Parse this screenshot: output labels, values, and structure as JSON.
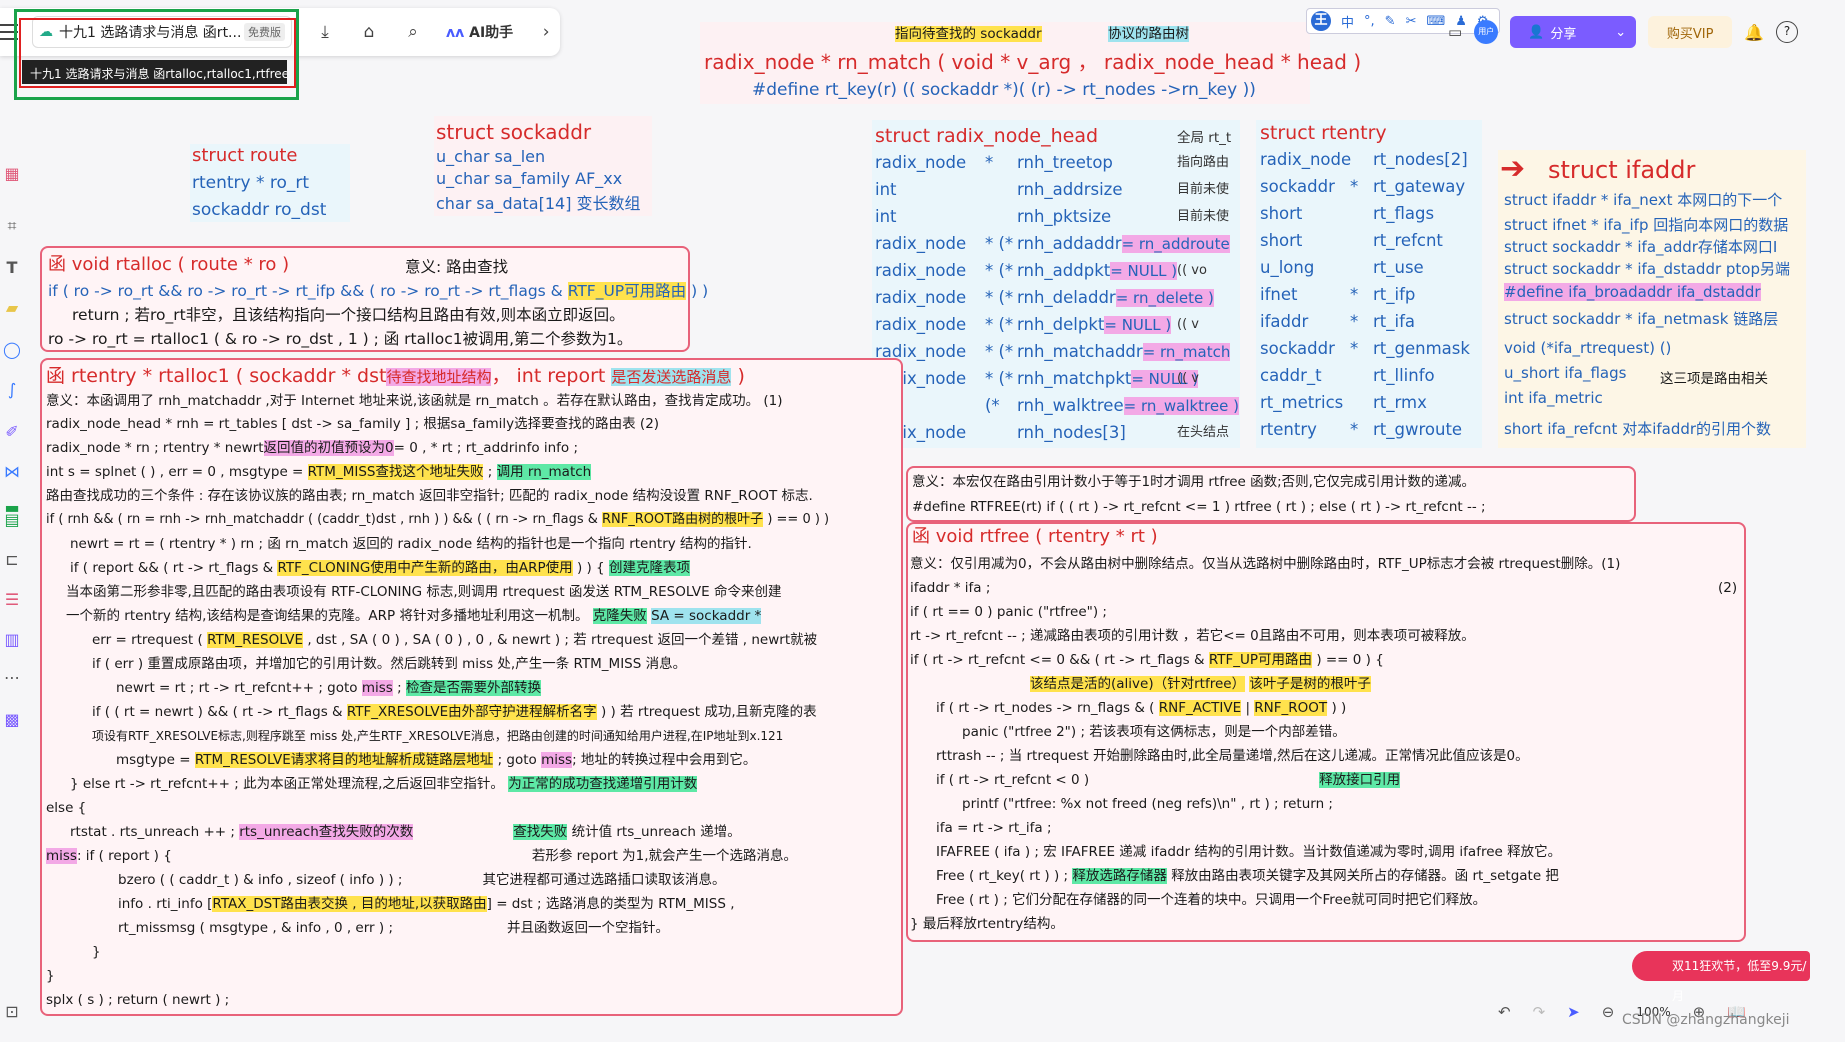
{
  "tab": {
    "title": "十九1 选路请求与消息 函rt...",
    "badge": "免费版",
    "tooltip": "十九1 选路请求与消息 函rtalloc,rtalloc1,rtfree",
    "ai_label": "AI助手"
  },
  "topbar": {
    "share": "分享",
    "vip": "购买VIP",
    "user": "用户",
    "ime": [
      "中",
      "°,"
    ]
  },
  "bottom": {
    "zoom": "100%",
    "promo": "双11狂欢节，低至9.9元/月",
    "watermark": "CSDN @zhangzhangkeji"
  },
  "header_note": {
    "a": "指向待查找的 sockaddr",
    "b": "协议的路由树",
    "c": "radix_node  *  rn_match ( void * v_arg ， radix_node_head * head )",
    "d": "#define  rt_key(r)      (( sockaddr *)( (r) -> rt_nodes ->rn_key ))"
  },
  "route": {
    "l1": "struct    route",
    "l2": "rtentry       * ro_rt",
    "l3": "sockaddr     ro_dst"
  },
  "sockaddr": {
    "l1": "struct sockaddr",
    "l2": "u_char sa_len",
    "l3": "u_char sa_family  AF_xx",
    "l4": "char sa_data[14]   变长数组"
  },
  "rnh": {
    "title": "struct    radix_node_head",
    "note0": "全局 rt_t",
    "rows": [
      {
        "t": "radix_node",
        "s": "*",
        "n": "rnh_treetop",
        "c": "指向路由"
      },
      {
        "t": "int",
        "s": "",
        "n": "rnh_addrsize",
        "c": "目前未使"
      },
      {
        "t": "int",
        "s": "",
        "n": "rnh_pktsize",
        "c": "目前未使"
      },
      {
        "t": "radix_node",
        "s": "* (*",
        "n": "rnh_addaddr",
        "h": "= rn_addroute",
        "c": ""
      },
      {
        "t": "radix_node",
        "s": "* (*",
        "n": "rnh_addpkt",
        "h": "= NULL )",
        "c": "(( vo"
      },
      {
        "t": "radix_node",
        "s": "* (*",
        "n": "rnh_deladdr",
        "h": "= rn_delete )",
        "c": ""
      },
      {
        "t": "radix_node",
        "s": "* (*",
        "n": "rnh_delpkt",
        "h": "= NULL )",
        "c": "(( v"
      },
      {
        "t": "radix_node",
        "s": "* (*",
        "n": "rnh_matchaddr",
        "h": "= rn_match",
        "c": ""
      },
      {
        "t": "radix_node",
        "s": "* (*",
        "n": "rnh_matchpkt",
        "h": "= NULL )",
        "c": "(( v"
      },
      {
        "t": "int",
        "s": "(*",
        "n": "rnh_walktree",
        "h": "= rn_walktree )",
        "c": ""
      },
      {
        "t": "radix_node",
        "s": "",
        "n": "rnh_nodes[3]",
        "c": "在头结点"
      }
    ]
  },
  "rtentry": {
    "title": "struct     rtentry",
    "rows": [
      {
        "t": "radix_node",
        "s": "",
        "n": "rt_nodes[2]"
      },
      {
        "t": "sockaddr",
        "s": "*",
        "n": "rt_gateway"
      },
      {
        "t": "short",
        "s": "",
        "n": "rt_flags"
      },
      {
        "t": "short",
        "s": "",
        "n": "rt_refcnt"
      },
      {
        "t": "u_long",
        "s": "",
        "n": "rt_use"
      },
      {
        "t": "ifnet",
        "s": "*",
        "n": "rt_ifp"
      },
      {
        "t": "ifaddr",
        "s": "*",
        "n": "rt_ifa"
      },
      {
        "t": "sockaddr",
        "s": "*",
        "n": "rt_genmask"
      },
      {
        "t": "caddr_t",
        "s": "",
        "n": "rt_llinfo"
      },
      {
        "t": "rt_metrics",
        "s": "",
        "n": "rt_rmx"
      },
      {
        "t": "rtentry",
        "s": "*",
        "n": "rt_gwroute"
      }
    ]
  },
  "ifaddr": {
    "title": "struct ifaddr",
    "l1": "struct ifaddr * ifa_next 本网口的下一个",
    "l2": "struct ifnet * ifa_ifp 回指向本网口的数据",
    "l3": "struct sockaddr * ifa_addr存储本网口I",
    "l4": "struct sockaddr * ifa_dstaddr ptop另端",
    "l5": "#define ifa_broadaddr ifa_dstaddr",
    "l6": "struct sockaddr * ifa_netmask 链路层",
    "l7": "void (*ifa_rtrequest) ()",
    "l8": "u_short ifa_flags",
    "l8b": "这三项是路由相关",
    "l9": "int ifa_metric",
    "l10": "short ifa_refcnt 对本ifaddr的引用个数"
  },
  "rtalloc": {
    "l1a": "函",
    "l1b": "void  rtalloc ( route  * ro )",
    "l1c": "意义:    路由查找",
    "l2a": "if ( ro -> ro_rt  &&  ro -> ro_rt -> rt_ifp  &&  ( ro -> ro_rt -> rt_flags  &",
    "l2h": "RTF_UP可用路由",
    "l2b": ") )",
    "l3": "return ;             若ro_rt非空，且该结构指向一个接口结构且路由有效,则本函立即返回。",
    "l4": "ro -> ro_rt  =  rtalloc1 ( & ro -> ro_dst , 1 ) ;     函  rtalloc1被调用,第二个参数为1。"
  },
  "rtalloc1": {
    "h1": "函    rtentry  *  rtalloc1 ( sockaddr * dst",
    "h1p": "待查找地址结构",
    "h1b": "，  int  report",
    "h1c": "是否发送选路消息",
    "h1d": ")",
    "l1": "意义：本函调用了 rnh_matchaddr ,对于 Internet 地址来说,该函就是 rn_match 。若存在默认路由，查找肯定成功。  (1)",
    "l2": "radix_node_head  * rnh  =  rt_tables [ dst -> sa_family ] ;   根据sa_family选择要查找的路由表                              (2)",
    "l3a": "radix_node * rn ;         rtentry * newrt",
    "l3h": "返回值的初值预设为0",
    "l3b": "= 0 , * rt ;         rt_addrinfo   info ;",
    "l4a": "int  s  =  splnet ( ) ,  err  =  0 ,  msgtype  =",
    "l4h": "RTM_MISS查找这个地址失败",
    "l4b": ";",
    "l4g": "调用 rn_match",
    "l5": "路由查找成功的三个条件 : 存在该协议族的路由表;  rn_match 返回非空指针;  匹配的 radix_node 结构没设置 RNF_ROOT 标志.",
    "l6a": "if ( rnh  &&  ( rn  =  rnh -> rnh_matchaddr ( (caddr_t)dst , rnh ) )  &&  ( ( rn -> rn_flags  &",
    "l6h": "RNF_ROOT路由树的根叶子",
    "l6b": ") == 0 ) )",
    "l7": "newrt  =  rt  =  ( rtentry  * ) rn ;          函 rn_match 返回的 radix_node 结构的指针也是一个指向 rtentry 结构的指针.",
    "l8a": "if ( report  &&  ( rt -> rt_flags  &",
    "l8h": "RTF_CLONING使用中产生新的路由，由ARP使用",
    "l8b": ") ) {",
    "l8g": "创建克隆表项",
    "l9": "当本函第二形参非零,且匹配的路由表项设有 RTF-CLONING 标志,则调用 rtrequest 函发送 RTM_RESOLVE 命令来创建",
    "l10a": "一个新的 rtentry 结构,该结构是查询结果的克隆。ARP 将针对多播地址利用这一机制。",
    "l10g": "克隆失败",
    "l10c": "SA = sockaddr *",
    "l11a": "err  =  rtrequest (",
    "l11h": "RTM_RESOLVE",
    "l11b": ", dst ,  SA ( 0 ) ,  SA ( 0 ) , 0 , & newrt ) ;    若 rtrequest 返回一个差错 , newrt就被",
    "l12": "if ( err )                  重置成原路由项，并增加它的引用计数。然后跳转到 miss 处,产生一条 RTM_MISS 消息。",
    "l13a": "newrt  =  rt ;        rt -> rt_refcnt++ ;        goto",
    "l13p": "miss",
    "l13b": ";",
    "l13g": "检查是否需要外部转换",
    "l14a": "if ( ( rt  =  newrt )  &&  ( rt -> rt_flags  &",
    "l14h": "RTF_XRESOLVE由外部守护进程解析名字",
    "l14b": ") )  若 rtrequest 成功,且新克隆的表",
    "l15": "项设有RTF_XRESOLVE标志,则程序跳至 miss 处,产生RTF_XRESOLVE消息，把路由创建的时间通知给用户进程,在IP地址到x.121",
    "l16a": "msgtype  =",
    "l16h": "RTM_RESOLVE请求将目的地址解析成链路层地址",
    "l16b": ";          goto",
    "l16p": "miss",
    "l16c": "; 地址的转换过程中会用到它。",
    "l17a": "} else       rt -> rt_refcnt++ ;  此为本函正常处理流程,之后返回非空指针。",
    "l17g": "为正常的成功查找递增引用计数",
    "l18": "else {",
    "l19a": "rtstat . rts_unreach ++ ;",
    "l19p": "rts_unreach查找失败的次数",
    "l19g": "查找失败",
    "l19b": "统计值 rts_unreach 递增。",
    "l20a": "miss",
    "l20b": ": if ( report ) {",
    "l20c": "若形参 report 为1,就会产生一个选路消息。",
    "l21a": "bzero ( ( caddr_t ) & info  ,  sizeof ( info ) ) ;",
    "l21b": "其它进程都可通过选路插口读取该消息。",
    "l22a": "info . rti_info [",
    "l22h": "RTAX_DST路由表交换 , 目的地址,以获取路由",
    "l22b": "] = dst ;  选路消息的类型为 RTM_MISS ,",
    "l23a": "rt_missmsg ( msgtype , & info , 0 ,  err ) ;",
    "l23b": "并且函数返回一个空指针。",
    "l24": "}",
    "l25": "}",
    "l26": "splx ( s ) ;         return  ( newrt ) ;"
  },
  "rtfree_macro": {
    "l1": "意义：本宏仅在路由引用计数小于等于1时才调用 rtfree 函数;否则,它仅完成引用计数的递减。",
    "l2": "#define      RTFREE(rt)         if ( ( rt ) -> rt_refcnt  <=  1 )       rtfree ( rt ) ;         else       ( rt ) -> rt_refcnt -- ;"
  },
  "rtfree": {
    "h": "函    void    rtfree ( rtentry * rt )",
    "l1": "意义：仅引用减为0，不会从路由树中删除结点。仅当从选路树中删除路由时，RTF_UP标志才会被 rtrequest删除。(1)",
    "l2": "ifaddr  * ifa ;",
    "l2b": "(2)",
    "l3": "if ( rt  ==  0 )            panic (\"rtfree\") ;",
    "l4": "rt -> rt_refcnt -- ;  递减路由表项的引用计数 ，若它<= 0且路由不可用，则本表项可被释放。",
    "l5a": "if ( rt -> rt_refcnt  <=  0  &&  ( rt -> rt_flags  &",
    "l5h": "RTF_UP可用路由",
    "l5b": ") == 0 ) {",
    "l6h1": "该结点是活的(alive)（针对rtfree）",
    "l6h2": "该叶子是树的根叶子",
    "l7a": "if ( rt -> rt_nodes -> rn_flags  & (",
    "l7h1": "RNF_ACTIVE",
    "l7m": "|",
    "l7h2": "RNF_ROOT",
    "l7b": ") )",
    "l8": "panic (\"rtfree 2\") ;          若该表项有这俩标志，则是一个内部差错。",
    "l9": "rttrash -- ;                                    当 rtrequest 开始删除路由时,此全局量递增,然后在这儿递减。正常情况此值应该是0。",
    "l10a": "if ( rt -> rt_refcnt  <  0 )",
    "l10g": "释放接口引用",
    "l11": "printf (\"rtfree: %x not freed (neg refs)\\n\" , rt ) ;          return ;",
    "l12": "ifa  =  rt -> rt_ifa ;",
    "l13": "IFAFREE ( ifa ) ;         宏 IFAFREE 递减 ifaddr 结构的引用计数。当计数值递减为零时,调用 ifafree 释放它。",
    "l14a": "Free ( rt_key( rt ) ) ;",
    "l14g": "释放选路存储器",
    "l14b": "释放由路由表项关键字及其网关所占的存储器。函 rt_setgate 把",
    "l15": "Free ( rt ) ;                         它们分配在存储器的同一个连着的块中。只调用一个Free就可同时把它们释放。",
    "l16": "}      最后释放rtentry结构。"
  }
}
